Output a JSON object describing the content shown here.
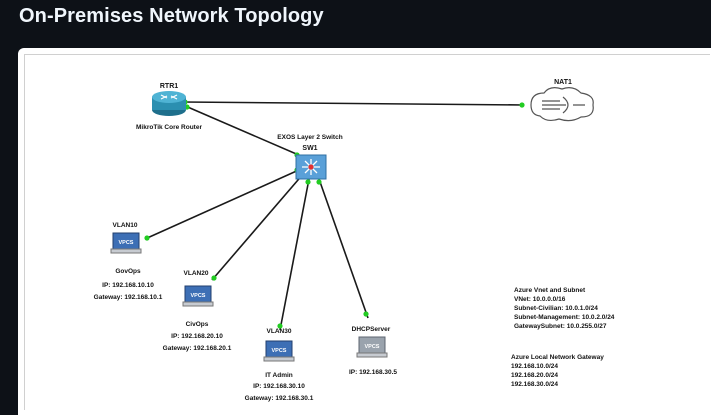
{
  "page": {
    "title": "On-Premises Network Topology"
  },
  "nodes": {
    "router": {
      "name": "RTR1",
      "desc": "MikroTik Core Router"
    },
    "nat": {
      "name": "NAT1"
    },
    "switch": {
      "desc": "EXOS Layer 2 Switch",
      "name": "SW1"
    },
    "vlan10": {
      "name": "VLAN10",
      "host": "GovOps",
      "ip": "IP: 192.168.10.10",
      "gateway": "Gateway: 192.168.10.1",
      "icon_label": "VPCS"
    },
    "vlan20": {
      "name": "VLAN20",
      "host": "CivOps",
      "ip": "IP: 192.168.20.10",
      "gateway": "Gateway: 192.168.20.1",
      "icon_label": "VPCS"
    },
    "vlan30": {
      "name": "VLAN30",
      "host": "IT Admin",
      "ip": "IP: 192.168.30.10",
      "gateway": "Gateway: 192.168.30.1",
      "icon_label": "VPCS"
    },
    "dhcp": {
      "name": "DHCPServer",
      "ip": "IP: 192.168.30.5",
      "icon_label": "VPCS"
    }
  },
  "notes": {
    "azure_vnet": {
      "title": "Azure Vnet and Subnet",
      "lines": [
        "VNet: 10.0.0.0/16",
        "Subnet-Civilian: 10.0.1.0/24",
        "Subnet-Management: 10.0.2.0/24",
        "GatewaySubnet: 10.0.255.0/27"
      ]
    },
    "azure_lng": {
      "title": "Azure Local Network Gateway",
      "lines": [
        "192.168.10.0/24",
        "192.168.20.0/24",
        "192.168.30.0/24"
      ]
    }
  },
  "colors": {
    "background": "#0d1117",
    "link": "#1a1a1a",
    "link_dot": "#22cc22",
    "router": "#2b8fb0",
    "pc": "#3d6fb5"
  }
}
